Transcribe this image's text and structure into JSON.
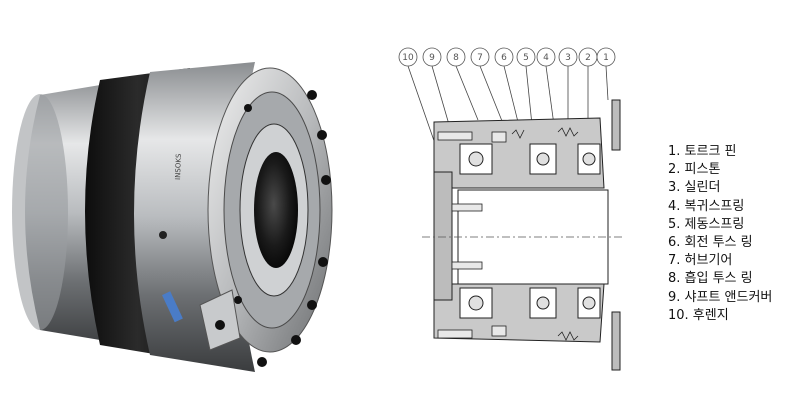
{
  "parts_list": [
    "1. 토르크 핀",
    "2. 피스톤",
    "3. 실린더",
    "4. 복귀스프링",
    "5. 제동스프링",
    "6. 회전 투스 링",
    "7. 허브기어",
    "8. 흡입 투스 링",
    "9. 샤프트 앤드커버",
    "10. 후렌지"
  ],
  "callouts": [
    "10",
    "9",
    "8",
    "7",
    "6",
    "5",
    "4",
    "3",
    "2",
    "1"
  ],
  "colors": {
    "section_fill": "#c9c9c9",
    "section_line": "#222222",
    "bore_fill": "#ffffff",
    "metal_light": "#d8d8d8",
    "metal_dark": "#1c1c1c"
  }
}
